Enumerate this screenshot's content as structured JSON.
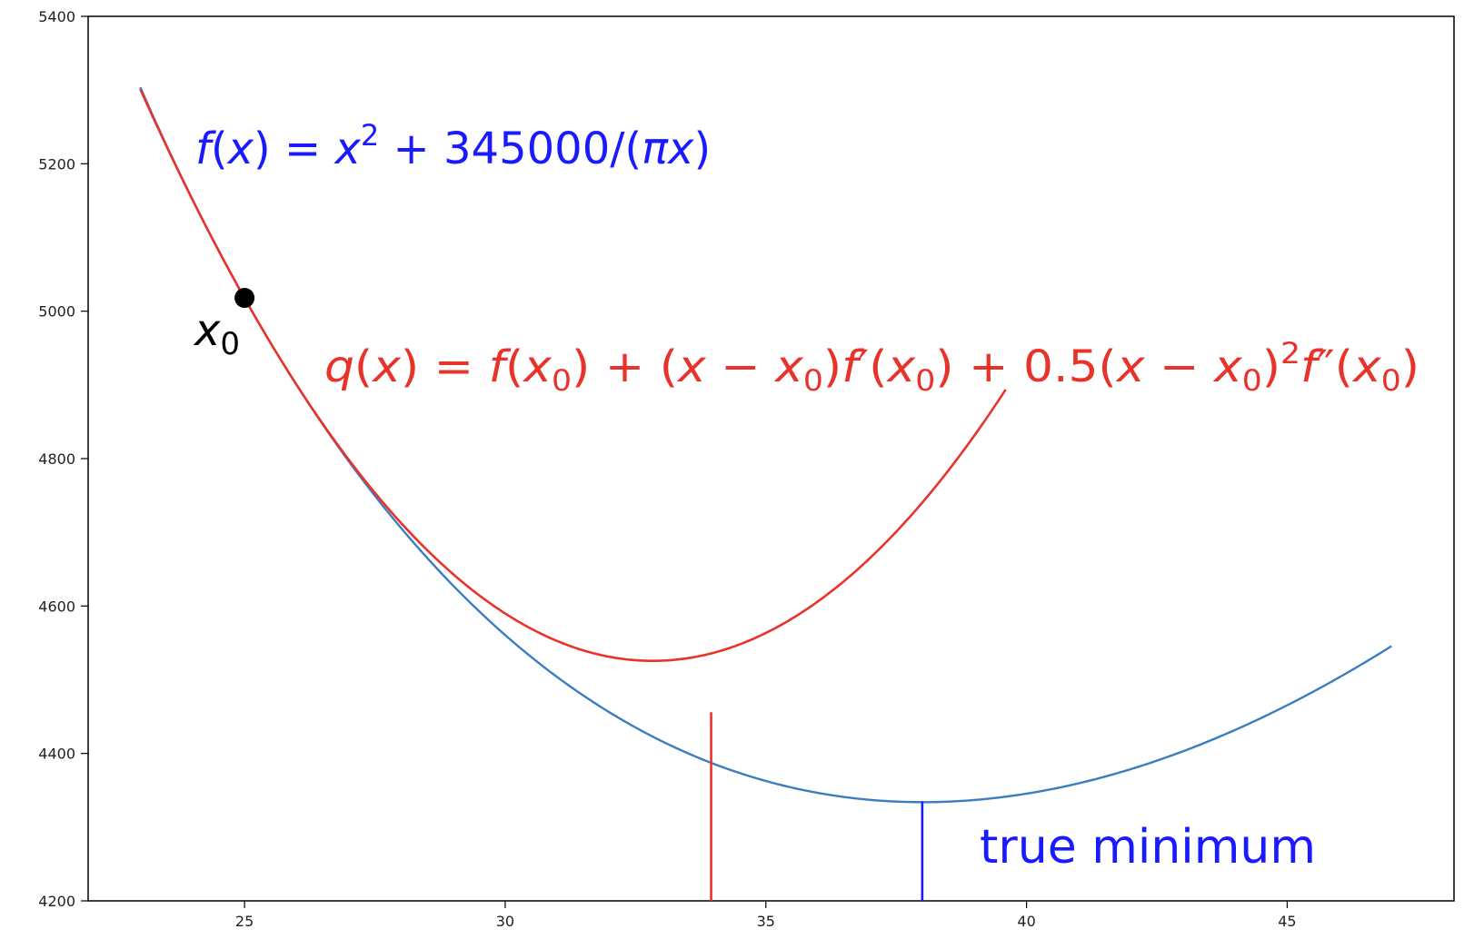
{
  "chart_data": {
    "type": "line",
    "title": "",
    "xlabel": "",
    "ylabel": "",
    "xlim": [
      22,
      48.2
    ],
    "ylim": [
      4200,
      5400
    ],
    "xticks": [
      25,
      30,
      35,
      40,
      45
    ],
    "yticks": [
      4200,
      4400,
      4600,
      4800,
      5000,
      5200,
      5400
    ],
    "grid": false,
    "series": [
      {
        "role": "f",
        "color": "#3b7dbf",
        "x_range": [
          23,
          47
        ],
        "formula": "x^2 + 345000/(pi*x)"
      },
      {
        "role": "q",
        "color": "#e8332a",
        "x_range": [
          23,
          39.6
        ],
        "formula": "quadratic approximation of f at x0"
      }
    ],
    "point": {
      "label": "x0",
      "x": 25,
      "y": 5018,
      "color": "#000000"
    },
    "vlines": [
      {
        "x": 33.95,
        "y_top": 4456,
        "color": "#e8332a"
      },
      {
        "x": 38,
        "y_top": 4335,
        "color": "#1a1aff"
      }
    ],
    "annotations": {
      "f_formula_color": "#1a1aff",
      "q_formula_color": "#e8332a",
      "true_minimum": {
        "text": "true minimum",
        "color": "#1a1aff"
      }
    }
  }
}
